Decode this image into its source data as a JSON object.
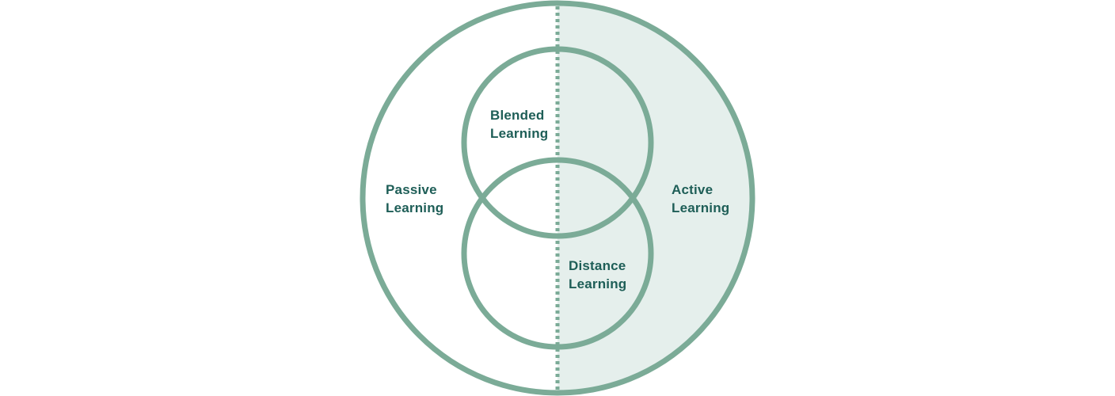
{
  "colors": {
    "stroke": "#7bab97",
    "active_fill": "#e5efec",
    "text": "#1e5e57",
    "background": "#ffffff"
  },
  "labels": {
    "passive": {
      "line1": "Passive",
      "line2": "Learning"
    },
    "active": {
      "line1": "Active",
      "line2": "Learning"
    },
    "blended": {
      "line1": "Blended",
      "line2": "Learning"
    },
    "distance": {
      "line1": "Distance",
      "line2": "Learning"
    }
  }
}
